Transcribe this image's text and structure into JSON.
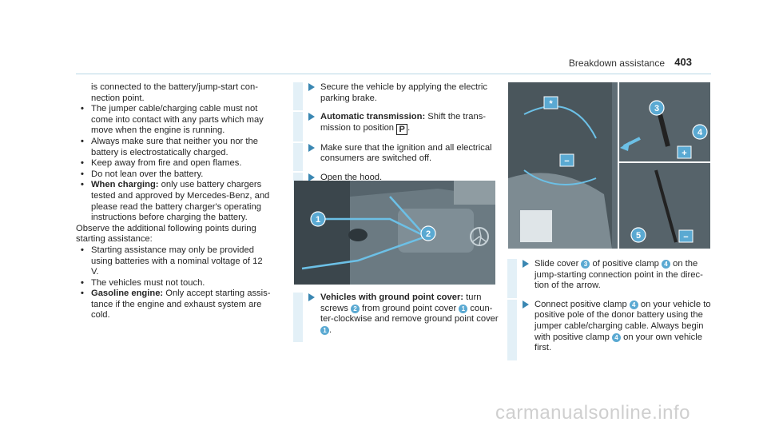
{
  "header": {
    "title": "Breakdown assistance",
    "page_number": "403"
  },
  "col1": {
    "intro_lines": [
      "is connected to the battery/jump-start con-",
      "nection point."
    ],
    "bullets1": [
      [
        "The jumper cable/charging cable must not",
        "come into contact with any parts which may",
        "move when the engine is running."
      ],
      [
        "Always make sure that neither you nor the",
        "battery is electrostatically charged."
      ],
      [
        "Keep away from fire and open flames."
      ],
      [
        "Do not lean over the battery."
      ]
    ],
    "charging_bold": "When charging:",
    "charging_lines": [
      " only use battery chargers",
      "tested and approved by Mercedes-Benz, and",
      "please read the battery charger's operating",
      "instructions before charging the battery."
    ],
    "observe_lines": [
      "Observe the additional following points during",
      "starting assistance:"
    ],
    "bullets2": [
      [
        "Starting assistance may only be provided",
        "using batteries with a nominal voltage of 12",
        "V."
      ],
      [
        "The vehicles must not touch."
      ]
    ],
    "gasoline_bold": "Gasoline engine:",
    "gasoline_lines": [
      " Only accept starting assis-",
      "tance if the engine and exhaust system are",
      "cold."
    ]
  },
  "col2": {
    "step1": [
      "Secure the vehicle by applying the electric",
      "parking brake."
    ],
    "step2_bold": "Automatic transmission:",
    "step2_a": " Shift the trans-",
    "step2_b": "mission to position ",
    "step2_symbol": "P",
    "step3": [
      "Make sure that the ignition and all electrical",
      "consumers are switched off."
    ],
    "step4": "Open the hood.",
    "step5_bold": "Vehicles with ground point cover:",
    "step5_a": " turn",
    "step5_b1": "screws ",
    "step5_b2": " from ground point cover ",
    "step5_b3": " coun-",
    "step5_c": "ter-clockwise and remove ground point cover",
    "step5_d": ".",
    "num1": "1",
    "num2": "2"
  },
  "col3": {
    "step1_a": "Slide cover ",
    "step1_b": " of positive clamp ",
    "step1_c": " on the",
    "step1_d": "jump-starting connection point in the direc-",
    "step1_e": "tion of the arrow.",
    "step2_a": "Connect positive clamp ",
    "step2_b": " on your vehicle to",
    "step2_c": "positive pole of the donor battery using the",
    "step2_d": "jumper cable/charging cable. Always begin",
    "step2_e": "with positive clamp ",
    "step2_f": " on your own vehicle",
    "step2_g": "first.",
    "num3": "3",
    "num4": "4",
    "num5": "5"
  },
  "fig2_labels": {
    "plus": "+",
    "minus": "−",
    "star": "*"
  },
  "watermark": "carmanualsonline.info",
  "colors": {
    "accent": "#5aa9d2",
    "step_bar": "#e3f0f7",
    "rule": "#b8d7e6"
  }
}
